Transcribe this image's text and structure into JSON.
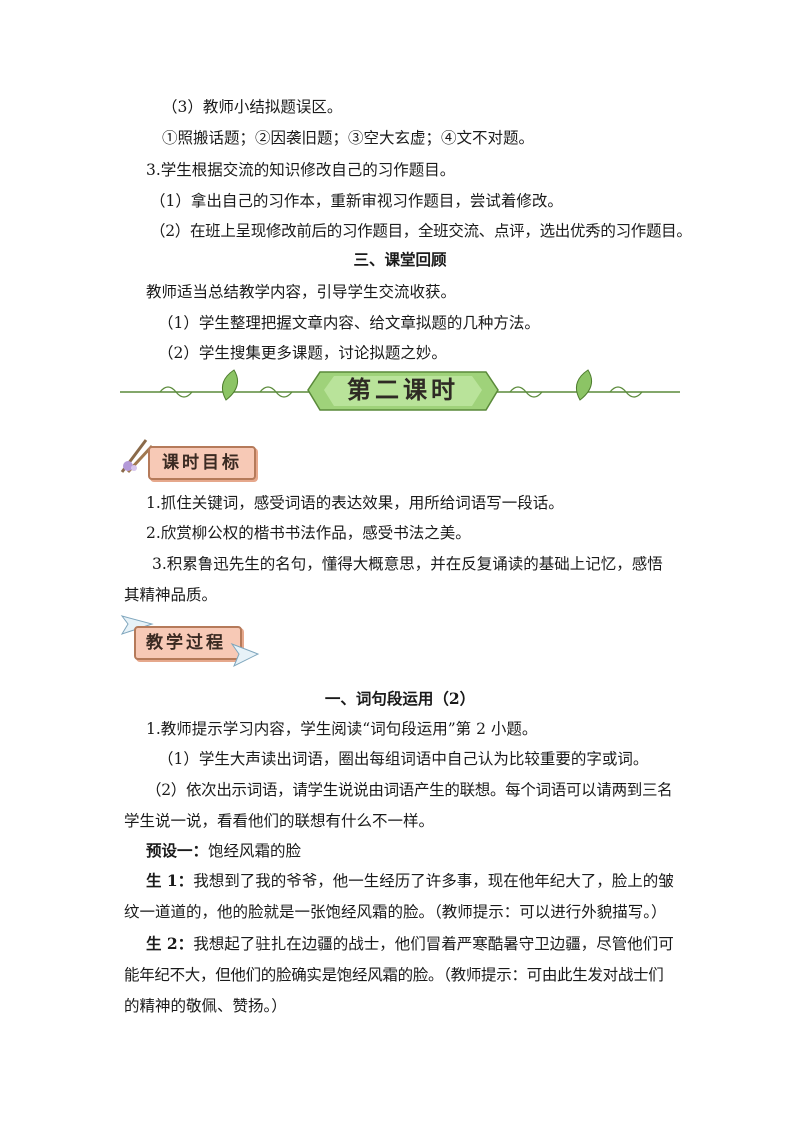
{
  "top_section": {
    "summary_heading": "（3）教师小结拟题误区。",
    "pitfalls": "①照搬话题；②因袭旧题；③空大玄虚；④文不对题。",
    "step3": "3.学生根据交流的知识修改自己的习作题目。",
    "step3_1": "（1）拿出自己的习作本，重新审视习作题目，尝试着修改。",
    "step3_2": "（2）在班上呈现修改前后的习作题目，全班交流、点评，选出优秀的习作题目。"
  },
  "review": {
    "heading": "三、课堂回顾",
    "intro": "教师适当总结教学内容，引导学生交流收获。",
    "item1": "（1）学生整理把握文章内容、给文章拟题的几种方法。",
    "item2": "（2）学生搜集更多课题，讨论拟题之妙。"
  },
  "banner": {
    "title": "第二课时"
  },
  "goals": {
    "tag": "课时目标",
    "item1": "1.抓住关键词，感受词语的表达效果，用所给词语写一段话。",
    "item2": "2.欣赏柳公权的楷书书法作品，感受书法之美。",
    "item3_line1": "3.积累鲁迅先生的名句，懂得大概意思，并在反复诵读的基础上记忆，感悟",
    "item3_line2": "其精神品质。"
  },
  "process": {
    "tag": "教学过程",
    "heading": "一、词句段运用（2）",
    "step1": "1.教师提示学习内容，学生阅读“词句段运用”第 2 小题。",
    "step1_1": "（1）学生大声读出词语，圈出每组词语中自己认为比较重要的字或词。",
    "step1_2_line1": "（2）依次出示词语，请学生说说由词语产生的联想。每个词语可以请两到三名",
    "step1_2_line2": "学生说一说，看看他们的联想有什么不一样。",
    "preset1_label": "预设一：",
    "preset1_text": "饱经风霜的脸",
    "s1_label": "生 1：",
    "s1_line1": "我想到了我的爷爷，他一生经历了许多事，现在他年纪大了，脸上的皱",
    "s1_line2": "纹一道道的，他的脸就是一张饱经风霜的脸。（教师提示：可以进行外貌描写。）",
    "s2_label": "生 2：",
    "s2_line1": "我想起了驻扎在边疆的战士，他们冒着严寒酷暑守卫边疆，尽管他们可",
    "s2_line2": "能年纪不大，但他们的脸确实是饱经风霜的脸。（教师提示：可由此生发对战士们",
    "s2_line3": "的精神的敬佩、赞扬。）"
  }
}
